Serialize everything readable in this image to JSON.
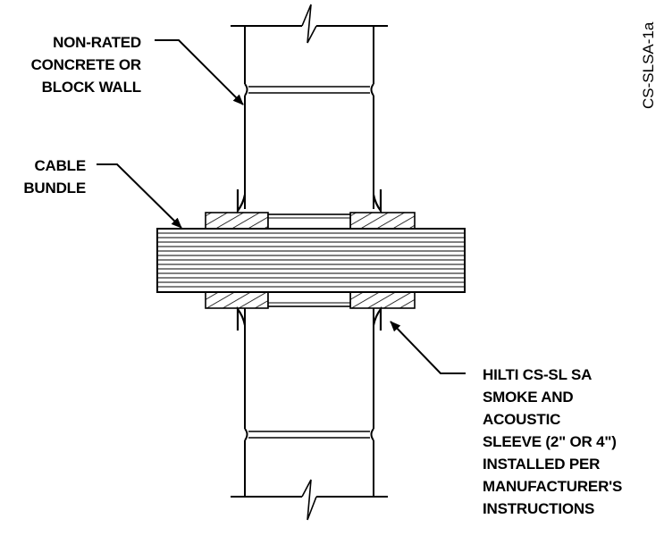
{
  "detail_id": "CS-SLSA-1a",
  "labels": {
    "wall": [
      "NON-RATED",
      "CONCRETE OR",
      "BLOCK WALL"
    ],
    "cable": [
      "CABLE",
      "BUNDLE"
    ],
    "sleeve": [
      "HILTI CS-SL SA",
      "SMOKE AND",
      "ACOUSTIC",
      "SLEEVE (2\" OR 4\")",
      "INSTALLED PER",
      "MANUFACTURER'S",
      "INSTRUCTIONS"
    ]
  }
}
